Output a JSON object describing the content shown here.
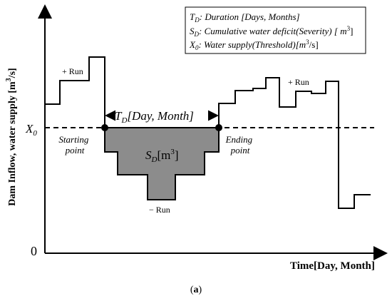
{
  "legend": {
    "line1_sym": "T",
    "line1_sub": "D",
    "line1_text": ": Duration [Days, Months]",
    "line2_sym": "S",
    "line2_sub": "D",
    "line2_text": ": Cumulative water deficit(Severity) [ m",
    "line2_sup": "3",
    "line2_end": "]",
    "line3_sym": "X",
    "line3_sub": "0",
    "line3_text": ": Water supply(Threshold)[m",
    "line3_sup": "3",
    "line3_end": "/s]"
  },
  "axes": {
    "y_label": "Dam Inflow, water supply [m",
    "y_label_sup": "3",
    "y_label_end": "/s]",
    "x_label": "Time[Day, Month]",
    "origin": "0",
    "threshold_sym": "X",
    "threshold_sub": "0"
  },
  "annotations": {
    "run_plus_left": "+ Run",
    "run_plus_right": "+ Run",
    "run_minus": "− Run",
    "duration_sym": "T",
    "duration_sub": "D",
    "duration_text": "[Day, Month]",
    "start_line1": "Starting",
    "start_line2": "point",
    "end_line1": "Ending",
    "end_line2": "point",
    "severity_sym": "S",
    "severity_sub": "D",
    "severity_unit_open": "[m",
    "severity_unit_sup": "3",
    "severity_unit_close": "]"
  },
  "caption": {
    "open": "(",
    "letter": "a",
    "close": ")"
  },
  "colors": {
    "deficit_fill": "#8c8c8c",
    "line": "#000000"
  }
}
